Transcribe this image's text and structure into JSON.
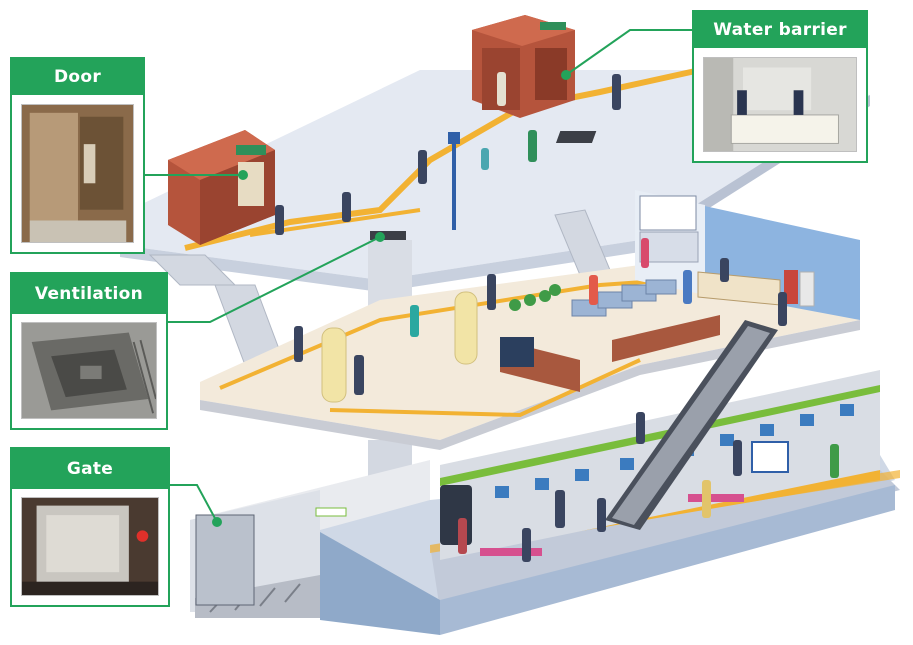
{
  "callouts": {
    "door": {
      "label": "Door",
      "icon": "door-photo"
    },
    "water_barrier": {
      "label": "Water barrier",
      "icon": "water-barrier-photo"
    },
    "ventilation": {
      "label": "Ventilation",
      "icon": "ventilation-photo"
    },
    "gate": {
      "label": "Gate",
      "icon": "gate-photo"
    }
  },
  "colors": {
    "accent_green": "#23a35a",
    "walkway_yellow": "#f2b233",
    "brick": "#b5543c",
    "train_stripe": "#79bd3c",
    "wall_blue": "#8db4e0"
  }
}
